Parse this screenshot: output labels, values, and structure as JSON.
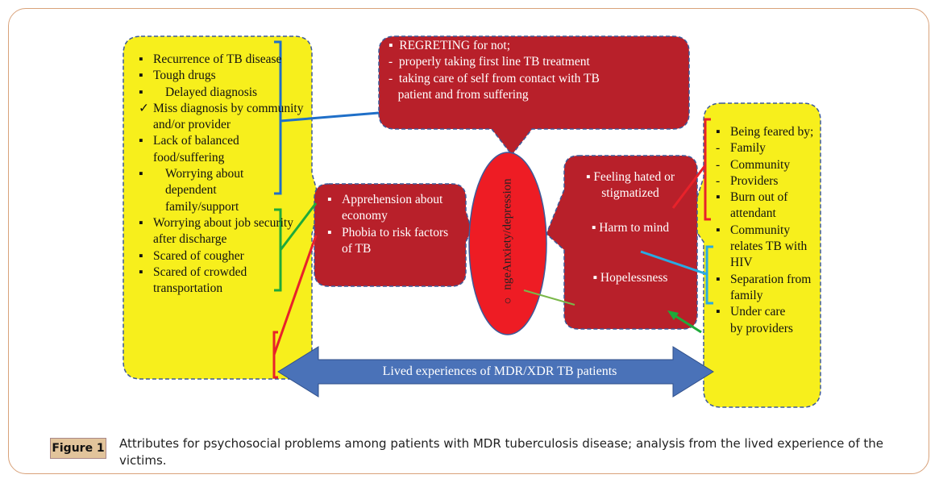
{
  "left_box": {
    "items": [
      {
        "bullet": "▪",
        "text": "Recurrence of TB disease"
      },
      {
        "bullet": "▪",
        "text": "Tough drugs"
      },
      {
        "bullet": "▪",
        "text": "  Delayed diagnosis"
      },
      {
        "bullet": "✓",
        "text": "Miss diagnosis by community and/or provider"
      },
      {
        "bullet": "▪",
        "text": "Lack of balanced food/suffering"
      },
      {
        "bullet": "▪",
        "text": "  Worrying about dependent family/support"
      },
      {
        "bullet": "▪",
        "text": "Worrying about job security after discharge"
      },
      {
        "bullet": "▪",
        "text": "Scared of cougher"
      },
      {
        "bullet": "▪",
        "text": "Scared of crowded transportation"
      }
    ]
  },
  "top_callout": {
    "lines": [
      "▪  REGRETING for not;",
      "-  properly taking first line TB treatment",
      "-  taking care of self from contact with TB",
      "   patient and from suffering"
    ]
  },
  "mid_left_callout": {
    "items": [
      {
        "bullet": "▪",
        "text": "Apprehension about economy"
      },
      {
        "bullet": "▪",
        "text": "Phobia to risk factors of TB"
      }
    ]
  },
  "ellipse": {
    "marker": "○",
    "text": "ngeAnxiety/depression"
  },
  "right_callout": {
    "items": [
      {
        "bullet": "▪",
        "text": "Feeling hated or stigmatized"
      },
      {
        "bullet": "▪",
        "text": "Harm to mind"
      },
      {
        "bullet": "▪",
        "text": "Hopelessness"
      }
    ]
  },
  "right_box": {
    "items": [
      {
        "bullet": "▪",
        "text": "Being feared by;"
      },
      {
        "bullet": "-",
        "text": "Family"
      },
      {
        "bullet": "-",
        "text": "Community"
      },
      {
        "bullet": "-",
        "text": "Providers"
      },
      {
        "bullet": "▪",
        "text": "Burn out of attendant"
      },
      {
        "bullet": "▪",
        "text": "Community relates TB with HIV"
      },
      {
        "bullet": "▪",
        "text": "Separation from family"
      },
      {
        "bullet": "▪",
        "text": "Under care by providers"
      }
    ]
  },
  "arrow_label": "Lived experiences of MDR/XDR TB patients",
  "figure": {
    "label": "Figure 1",
    "caption": "Attributes for psychosocial problems among patients with MDR tuberculosis disease; analysis from the lived experience of the victims."
  },
  "colors": {
    "yellow": "#f7ef1c",
    "dark_red": "#b8202a",
    "bright_red": "#ee1c24",
    "blue_arrow": "#4a72b8",
    "border_blue": "#3d5a9a"
  }
}
